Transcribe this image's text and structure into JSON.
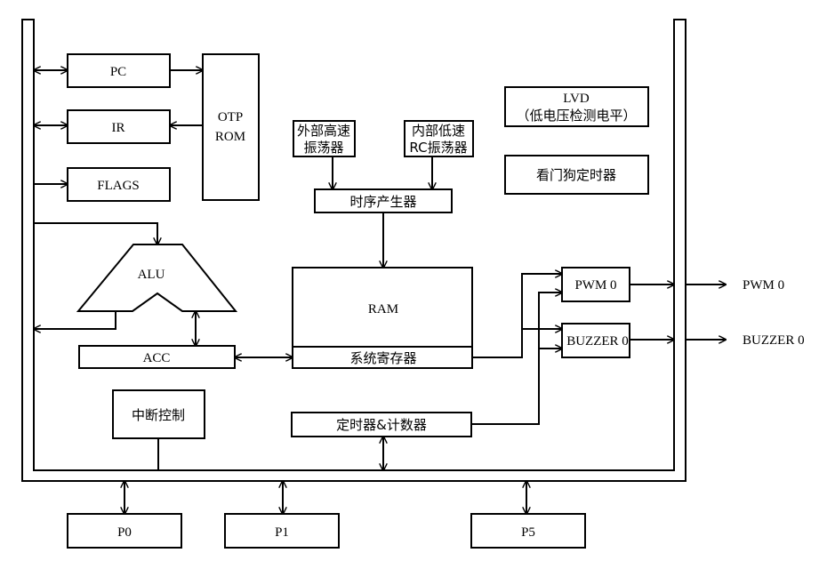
{
  "blocks": {
    "pc": "PC",
    "ir": "IR",
    "flags": "FLAGS",
    "otp_line1": "OTP",
    "otp_line2": "ROM",
    "alu": "ALU",
    "acc": "ACC",
    "interrupt": "中断控制",
    "ext_osc_line1": "外部高速",
    "ext_osc_line2": "振荡器",
    "int_osc_line1": "内部低速",
    "int_osc_line2": "RC振荡器",
    "timing_gen": "时序产生器",
    "ram": "RAM",
    "sys_reg": "系统寄存器",
    "timer_counter": "定时器&计数器",
    "lvd_line1": "LVD",
    "lvd_line2": "（低电压检测电平）",
    "watchdog": "看门狗定时器",
    "pwm0": "PWM 0",
    "buzzer0": "BUZZER 0",
    "p0": "P0",
    "p1": "P1",
    "p5": "P5"
  },
  "outputs": {
    "pwm0": "PWM 0",
    "buzzer0": "BUZZER 0"
  }
}
